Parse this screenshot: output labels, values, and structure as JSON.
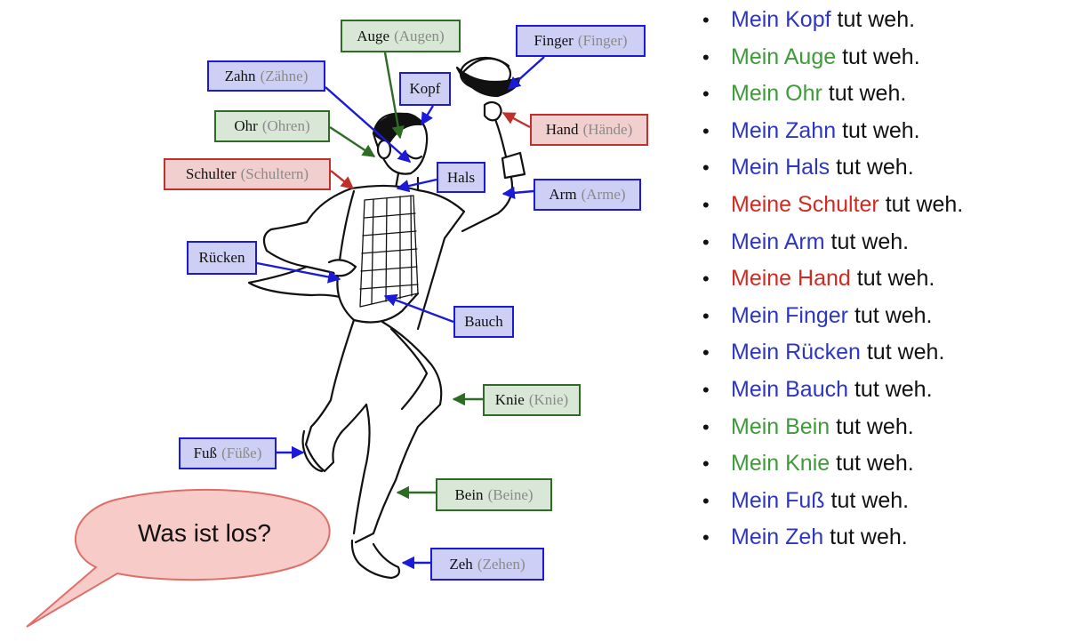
{
  "labels": [
    {
      "id": "auge",
      "word": "Auge",
      "plural": "(Augen)",
      "color": "green"
    },
    {
      "id": "finger",
      "word": "Finger",
      "plural": "(Finger)",
      "color": "blue"
    },
    {
      "id": "zahn",
      "word": "Zahn",
      "plural": "(Zähne)",
      "color": "blue"
    },
    {
      "id": "kopf",
      "word": "Kopf",
      "plural": "",
      "color": "blue"
    },
    {
      "id": "hand",
      "word": "Hand",
      "plural": "(Hände)",
      "color": "red"
    },
    {
      "id": "ohr",
      "word": "Ohr",
      "plural": "(Ohren)",
      "color": "green"
    },
    {
      "id": "schulter",
      "word": "Schulter",
      "plural": "(Schultern)",
      "color": "red"
    },
    {
      "id": "hals",
      "word": "Hals",
      "plural": "",
      "color": "blue"
    },
    {
      "id": "arm",
      "word": "Arm",
      "plural": "(Arme)",
      "color": "blue"
    },
    {
      "id": "ruecken",
      "word": "Rücken",
      "plural": "",
      "color": "blue"
    },
    {
      "id": "bauch",
      "word": "Bauch",
      "plural": "",
      "color": "blue"
    },
    {
      "id": "knie",
      "word": "Knie",
      "plural": "(Knie)",
      "color": "green"
    },
    {
      "id": "fuss",
      "word": "Fuß",
      "plural": "(Füße)",
      "color": "blue"
    },
    {
      "id": "bein",
      "word": "Bein",
      "plural": "(Beine)",
      "color": "green"
    },
    {
      "id": "zeh",
      "word": "Zeh",
      "plural": "(Zehen)",
      "color": "blue"
    }
  ],
  "phrases": [
    {
      "subject": "Mein Kopf",
      "rest": "tut weh.",
      "color": "blue"
    },
    {
      "subject": "Mein Auge",
      "rest": "tut weh.",
      "color": "green"
    },
    {
      "subject": "Mein Ohr",
      "rest": "tut weh.",
      "color": "green"
    },
    {
      "subject": "Mein Zahn",
      "rest": "tut weh.",
      "color": "blue"
    },
    {
      "subject": "Mein Hals",
      "rest": "tut weh.",
      "color": "blue"
    },
    {
      "subject": "Meine Schulter",
      "rest": "tut weh.",
      "color": "red"
    },
    {
      "subject": "Mein Arm",
      "rest": "tut weh.",
      "color": "blue"
    },
    {
      "subject": "Meine Hand",
      "rest": "tut weh.",
      "color": "red"
    },
    {
      "subject": "Mein Finger",
      "rest": "tut weh.",
      "color": "blue"
    },
    {
      "subject": "Mein Rücken",
      "rest": "tut weh.",
      "color": "blue"
    },
    {
      "subject": "Mein Bauch",
      "rest": "tut weh.",
      "color": "blue"
    },
    {
      "subject": "Mein Bein",
      "rest": "tut weh.",
      "color": "green"
    },
    {
      "subject": "Mein Knie",
      "rest": "tut weh.",
      "color": "green"
    },
    {
      "subject": "Mein Fuß",
      "rest": "tut weh.",
      "color": "blue"
    },
    {
      "subject": "Mein Zeh",
      "rest": "tut weh.",
      "color": "blue"
    }
  ],
  "speech_bubble": {
    "text": "Was ist los?"
  },
  "colors": {
    "blue_box_fill": "#cdd0f4",
    "blue_box_border": "#1a1ad8",
    "green_box_fill": "#d9e7d6",
    "green_box_border": "#2e6b24",
    "red_box_fill": "#f2cfcf",
    "red_box_border": "#c0302c",
    "blue_text": "#2d36c2",
    "green_text": "#3f9a3a",
    "red_text": "#d22a22",
    "bubble_fill": "#f6cbc8",
    "bubble_border": "#e06e68"
  }
}
